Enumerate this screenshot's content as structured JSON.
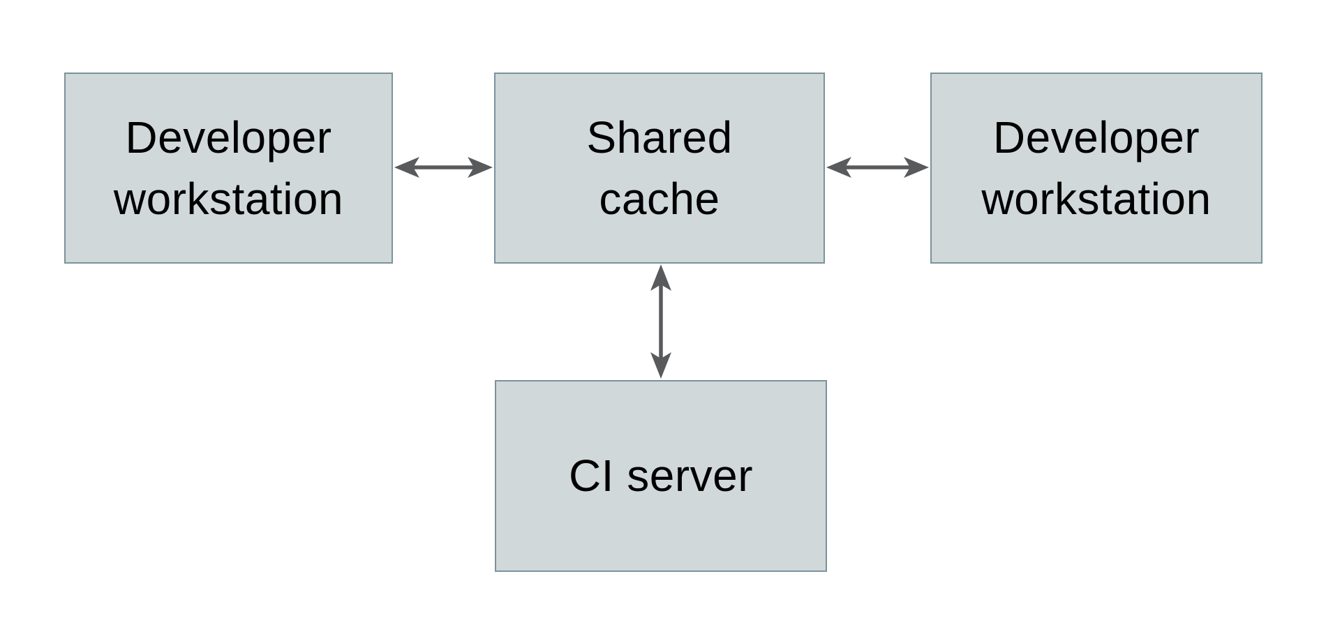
{
  "diagram": {
    "type": "architecture-diagram",
    "background": "#ffffff",
    "nodes": [
      {
        "id": "developer-workstation-left",
        "label": "Developer\nworkstation",
        "shape": "rectangle"
      },
      {
        "id": "shared-cache",
        "label": "Shared\ncache",
        "shape": "rectangle"
      },
      {
        "id": "developer-workstation-right",
        "label": "Developer\nworkstation",
        "shape": "rectangle"
      },
      {
        "id": "ci-server",
        "label": "CI server",
        "shape": "rectangle"
      }
    ],
    "edges": [
      {
        "from": "developer-workstation-left",
        "to": "shared-cache",
        "direction": "bidirectional",
        "orientation": "horizontal"
      },
      {
        "from": "developer-workstation-right",
        "to": "shared-cache",
        "direction": "bidirectional",
        "orientation": "horizontal"
      },
      {
        "from": "shared-cache",
        "to": "ci-server",
        "direction": "bidirectional",
        "orientation": "vertical"
      }
    ],
    "colors": {
      "node_fill": "#d0d8da",
      "node_border": "#7b929c",
      "arrow": "#595a5c",
      "text": "#000000"
    }
  }
}
